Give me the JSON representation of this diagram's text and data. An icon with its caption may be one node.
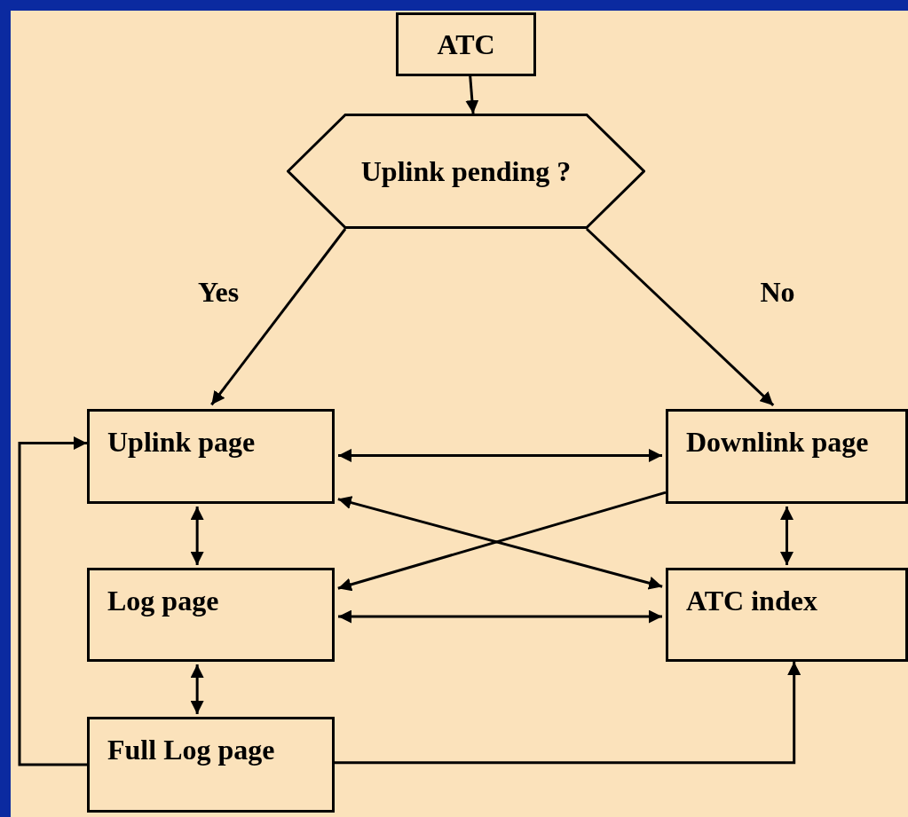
{
  "diagram": {
    "nodes": [
      {
        "text": [
          "ATC"
        ]
      },
      {
        "text": [
          "Uplink pending ?"
        ]
      },
      {
        "text": [
          "Uplink page"
        ]
      },
      {
        "text": [
          "Downlink page"
        ]
      },
      {
        "text": [
          "Log page"
        ]
      },
      {
        "text": [
          "ATC index"
        ]
      },
      {
        "text": [
          "Full Log page"
        ]
      }
    ],
    "edges": [
      {
        "from": 0,
        "to": 1,
        "arrow": "to"
      },
      {
        "from": 1,
        "to": 2,
        "arrow": "to",
        "label": "Yes"
      },
      {
        "from": 1,
        "to": 3,
        "arrow": "to",
        "label": "No"
      },
      {
        "from": 2,
        "to": 3,
        "arrow": "both"
      },
      {
        "from": 3,
        "to": 4,
        "arrow": "to"
      },
      {
        "from": 2,
        "to": 5,
        "arrow": "both"
      },
      {
        "from": 4,
        "to": 5,
        "arrow": "both"
      },
      {
        "from": 2,
        "to": 4,
        "arrow": "both"
      },
      {
        "from": 3,
        "to": 5,
        "arrow": "both"
      },
      {
        "from": 4,
        "to": 6,
        "arrow": "both"
      },
      {
        "from": 6,
        "to": 2,
        "arrow": "to"
      },
      {
        "from": 6,
        "to": 5,
        "arrow": "to"
      }
    ]
  }
}
